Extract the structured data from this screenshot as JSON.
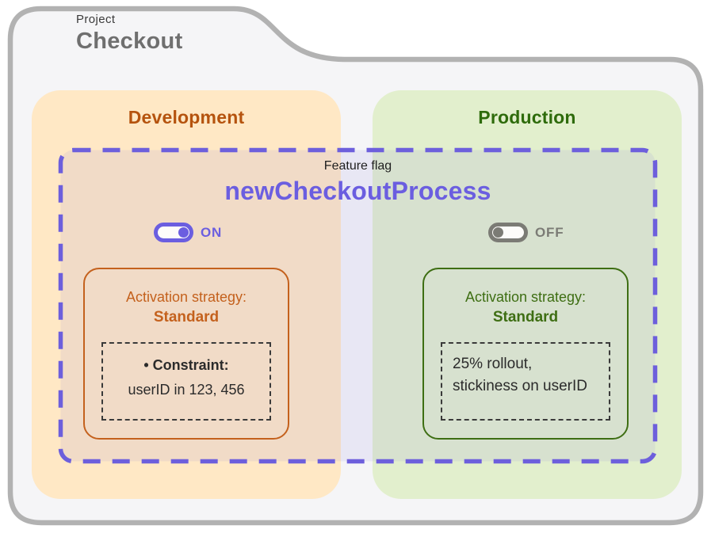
{
  "project": {
    "label": "Project",
    "name": "Checkout"
  },
  "flag": {
    "kicker": "Feature flag",
    "name": "newCheckoutProcess"
  },
  "environments": [
    {
      "id": "development",
      "label": "Development",
      "toggle": {
        "state": "ON",
        "enabled": true
      },
      "strategy": {
        "heading": "Activation strategy:",
        "name": "Standard",
        "box": {
          "line1": "• Constraint:",
          "line2": "userID in 123, 456"
        }
      }
    },
    {
      "id": "production",
      "label": "Production",
      "toggle": {
        "state": "OFF",
        "enabled": false
      },
      "strategy": {
        "heading": "Activation strategy:",
        "name": "Standard",
        "box": {
          "line1": "25% rollout,",
          "line2": "stickiness on userID"
        }
      }
    }
  ],
  "colors": {
    "purple": "#6b5ee0",
    "gray_toggle": "#7b7b75",
    "dev_panel": "#ffe8c5",
    "prod_panel": "#e2efcd",
    "dev_accent": "#b5530e",
    "dev_card": "#c4611d",
    "prod_accent": "#2e6b0b",
    "prod_card": "#3e6e13",
    "folder_bg": "#f5f5f7",
    "folder_border": "#b2b2b2",
    "dark_text": "#2b2b2b"
  }
}
